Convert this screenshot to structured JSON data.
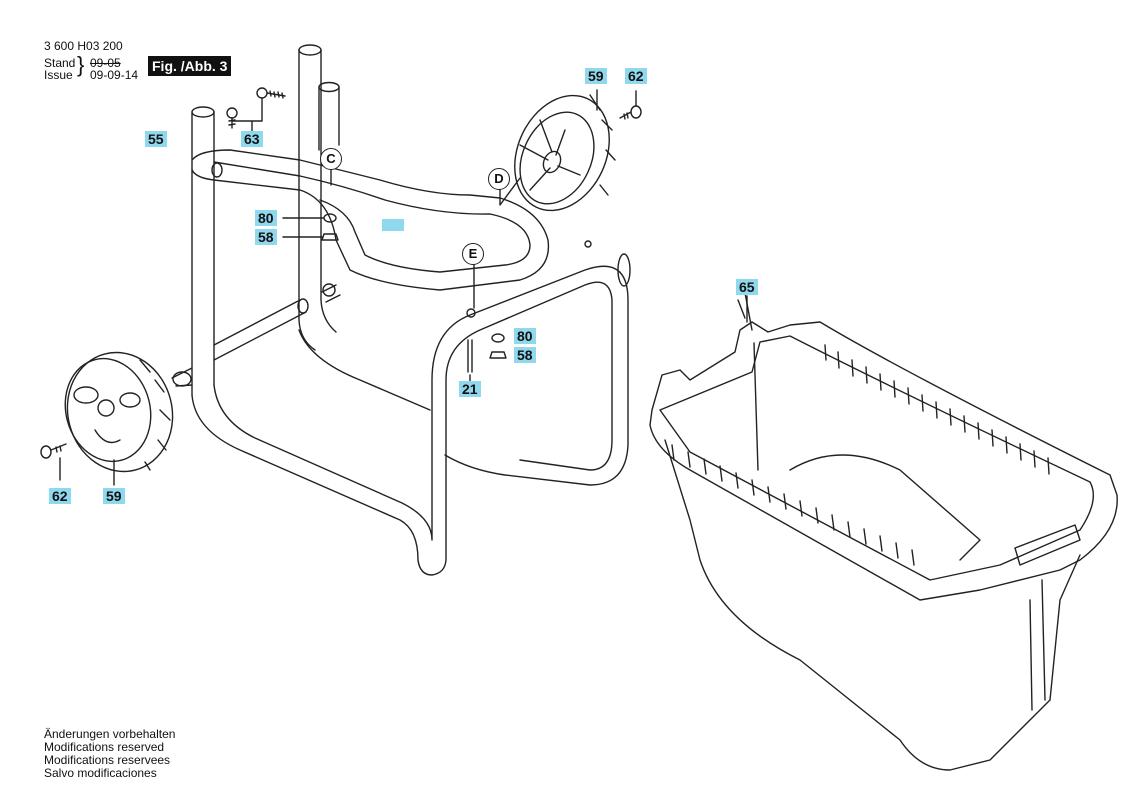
{
  "header": {
    "doc_number": "3 600 H03 200",
    "stand_label": "Stand",
    "issue_label": "Issue",
    "old_date": "09-05",
    "new_date": "09-09-14",
    "figure": "Fig. /Abb. 3"
  },
  "callouts": {
    "c55": "55",
    "c63": "63",
    "c80a": "80",
    "c58a": "58",
    "c80b": "80",
    "c58b": "58",
    "c21": "21",
    "c59a": "59",
    "c62a": "62",
    "c59b": "59",
    "c62b": "62",
    "c65": "65"
  },
  "markers": {
    "C": "C",
    "D": "D",
    "E": "E"
  },
  "notes": [
    "Änderungen vorbehalten",
    "Modifications reserved",
    "Modifications reservees",
    "Salvo modificaciones"
  ],
  "colors": {
    "label_bg": "#8fd8ee",
    "line": "#222222"
  }
}
